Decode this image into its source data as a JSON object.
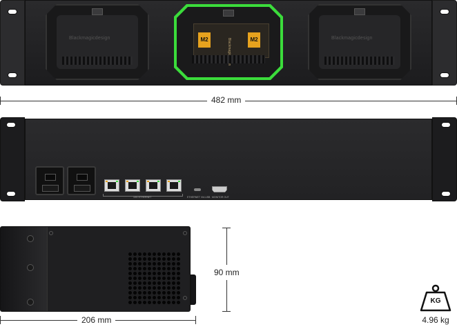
{
  "front_view": {
    "left_bay_brand": "Blackmagicdesign",
    "right_bay_brand": "Blackmagicdesign",
    "module": {
      "chip_left": "M2",
      "chip_right": "M2",
      "brand": "Blackmagicdesign"
    },
    "active_bay_color": "#3bdc3b"
  },
  "dimensions": {
    "width": "482 mm",
    "height": "90 mm",
    "depth": "206 mm"
  },
  "rear_view": {
    "ethernet_group_label": "10G ETHERNET",
    "usb_label": "ETHERNET VIA USB",
    "hdmi_label": "MONITOR OUT",
    "rj45_led_colors": [
      "#e6a21e",
      "#3bdc3b"
    ]
  },
  "weight": {
    "icon": "weight-icon",
    "unit_label": "KG",
    "value": "4.96 kg"
  }
}
